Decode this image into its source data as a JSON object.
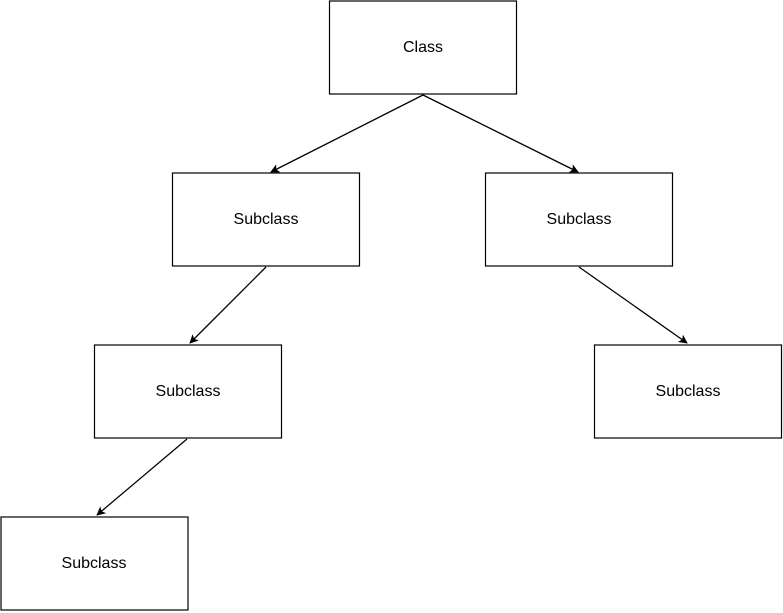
{
  "diagram": {
    "nodes": {
      "root": {
        "label": "Class"
      },
      "left_child": {
        "label": "Subclass"
      },
      "right_child": {
        "label": "Subclass"
      },
      "left_grandchild": {
        "label": "Subclass"
      },
      "right_grandchild": {
        "label": "Subclass"
      },
      "left_great_grandchild": {
        "label": "Subclass"
      }
    },
    "edges": [
      {
        "from": "root",
        "to": "left_child"
      },
      {
        "from": "root",
        "to": "right_child"
      },
      {
        "from": "left_child",
        "to": "left_grandchild"
      },
      {
        "from": "right_child",
        "to": "right_grandchild"
      },
      {
        "from": "left_grandchild",
        "to": "left_great_grandchild"
      }
    ]
  }
}
